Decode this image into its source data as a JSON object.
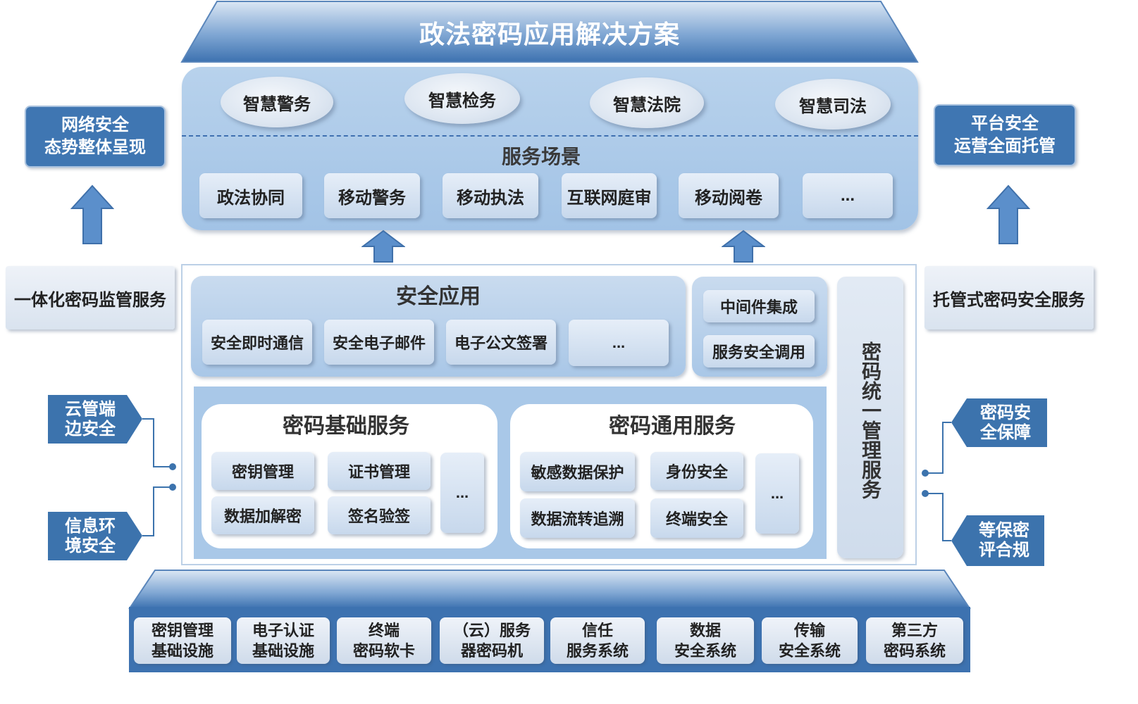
{
  "title": "政法密码应用解决方案",
  "scenarios": {
    "top_items": [
      "智慧警务",
      "智慧检务",
      "智慧法院",
      "智慧司法"
    ],
    "label": "服务场景",
    "items": [
      "政法协同",
      "移动警务",
      "移动执法",
      "互联网庭审",
      "移动阅卷",
      "..."
    ]
  },
  "left_top_label": [
    "网络安全",
    "态势整体呈现"
  ],
  "right_top_label": [
    "平台安全",
    "运营全面托管"
  ],
  "left_service": "一体化密码监管服务",
  "right_service": "托管式密码安全服务",
  "security_apps": {
    "title": "安全应用",
    "items": [
      "安全即时通信",
      "安全电子邮件",
      "电子公文签署",
      "..."
    ]
  },
  "middleware": {
    "items": [
      "中间件集成",
      "服务安全调用"
    ]
  },
  "unified_mgmt": "密码统一管理服务",
  "crypto_basic": {
    "title": "密码基础服务",
    "items": [
      "密钥管理",
      "证书管理",
      "数据加解密",
      "签名验签"
    ],
    "more": "..."
  },
  "crypto_general": {
    "title": "密码通用服务",
    "items": [
      "敏感数据保护",
      "身份安全",
      "数据流转追溯",
      "终端安全"
    ],
    "more": "..."
  },
  "left_tags": [
    [
      "云管端",
      "边安全"
    ],
    [
      "信息环",
      "境安全"
    ]
  ],
  "right_tags": [
    [
      "密码安",
      "全保障"
    ],
    [
      "等保密",
      "评合规"
    ]
  ],
  "infrastructure": [
    [
      "密钥管理",
      "基础设施"
    ],
    [
      "电子认证",
      "基础设施"
    ],
    [
      "终端",
      "密码软卡"
    ],
    [
      "（云）服务",
      "器密码机"
    ],
    [
      "信任",
      "服务系统"
    ],
    [
      "数据",
      "安全系统"
    ],
    [
      "传输",
      "安全系统"
    ],
    [
      "第三方",
      "密码系统"
    ]
  ],
  "colors": {
    "primary": "#3c73ad",
    "light_panel": "#a9c8e8",
    "pale_panel": "#c6d9ee"
  }
}
